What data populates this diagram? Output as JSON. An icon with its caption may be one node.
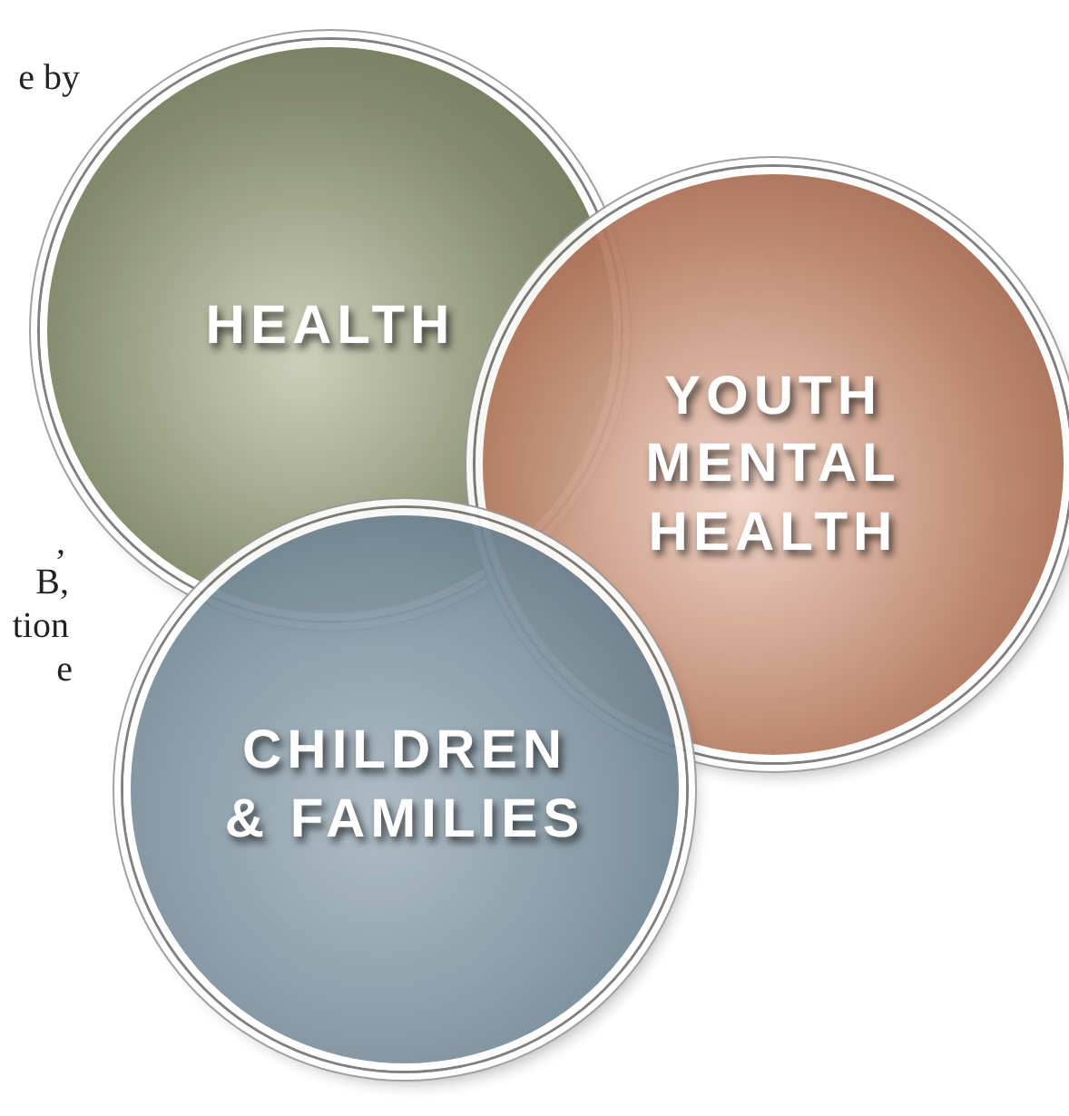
{
  "diagram": {
    "nodes": [
      {
        "text": [
          "HEALTH"
        ]
      },
      {
        "text": [
          "YOUTH MENTAL HEALTH"
        ]
      },
      {
        "text": [
          "CHILDREN & FAMILIES"
        ]
      }
    ],
    "labels": [
      "e by",
      ",",
      "B,",
      "tion",
      "e"
    ]
  }
}
